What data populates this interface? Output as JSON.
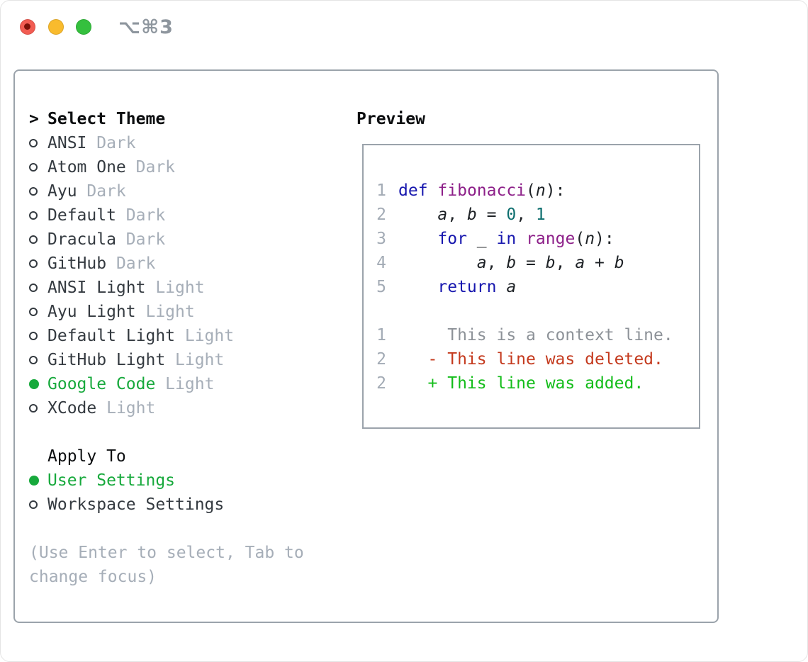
{
  "window": {
    "title": "⌥⌘3",
    "buttons": [
      "close",
      "minimize",
      "zoom"
    ]
  },
  "theme_panel": {
    "header": {
      "marker": ">",
      "label": "Select Theme"
    },
    "themes": [
      {
        "name": "ANSI",
        "variant": "Dark",
        "selected": false
      },
      {
        "name": "Atom One",
        "variant": "Dark",
        "selected": false
      },
      {
        "name": "Ayu",
        "variant": "Dark",
        "selected": false
      },
      {
        "name": "Default",
        "variant": "Dark",
        "selected": false
      },
      {
        "name": "Dracula",
        "variant": "Dark",
        "selected": false
      },
      {
        "name": "GitHub",
        "variant": "Dark",
        "selected": false
      },
      {
        "name": "ANSI Light",
        "variant": "Light",
        "selected": false
      },
      {
        "name": "Ayu Light",
        "variant": "Light",
        "selected": false
      },
      {
        "name": "Default Light",
        "variant": "Light",
        "selected": false
      },
      {
        "name": "GitHub Light",
        "variant": "Light",
        "selected": false
      },
      {
        "name": "Google Code",
        "variant": "Light",
        "selected": true
      },
      {
        "name": "XCode",
        "variant": "Light",
        "selected": false
      }
    ],
    "apply_to": {
      "label": "Apply To",
      "options": [
        {
          "label": "User Settings",
          "selected": true
        },
        {
          "label": "Workspace Settings",
          "selected": false
        }
      ]
    },
    "help": "(Use Enter to select, Tab to change focus)"
  },
  "preview": {
    "label": "Preview",
    "lines": [
      {
        "num": "1",
        "tokens": [
          [
            "kw",
            "def"
          ],
          [
            "pl",
            " "
          ],
          [
            "fn",
            "fibonacci"
          ],
          [
            "pl",
            "("
          ],
          [
            "var",
            "n"
          ],
          [
            "pl",
            "):"
          ]
        ]
      },
      {
        "num": "2",
        "tokens": [
          [
            "pl",
            "    "
          ],
          [
            "var",
            "a"
          ],
          [
            "pl",
            ", "
          ],
          [
            "var",
            "b"
          ],
          [
            "pl",
            " = "
          ],
          [
            "lit",
            "0"
          ],
          [
            "pl",
            ", "
          ],
          [
            "lit",
            "1"
          ]
        ]
      },
      {
        "num": "3",
        "tokens": [
          [
            "pl",
            "    "
          ],
          [
            "kw",
            "for"
          ],
          [
            "pl",
            " "
          ],
          [
            "var",
            "_"
          ],
          [
            "pl",
            " "
          ],
          [
            "kw",
            "in"
          ],
          [
            "pl",
            " "
          ],
          [
            "fn",
            "range"
          ],
          [
            "pl",
            "("
          ],
          [
            "var",
            "n"
          ],
          [
            "pl",
            "):"
          ]
        ]
      },
      {
        "num": "4",
        "tokens": [
          [
            "pl",
            "        "
          ],
          [
            "var",
            "a"
          ],
          [
            "pl",
            ", "
          ],
          [
            "var",
            "b"
          ],
          [
            "pl",
            " = "
          ],
          [
            "var",
            "b"
          ],
          [
            "pl",
            ", "
          ],
          [
            "var",
            "a"
          ],
          [
            "pl",
            " + "
          ],
          [
            "var",
            "b"
          ]
        ]
      },
      {
        "num": "5",
        "tokens": [
          [
            "pl",
            "    "
          ],
          [
            "kw",
            "return"
          ],
          [
            "pl",
            " "
          ],
          [
            "var",
            "a"
          ]
        ]
      },
      {
        "num": "",
        "tokens": []
      },
      {
        "num": "1",
        "tokens": [
          [
            "ctx",
            "     This is a context line."
          ]
        ]
      },
      {
        "num": "2",
        "tokens": [
          [
            "del",
            "   - This line was deleted."
          ]
        ]
      },
      {
        "num": "2",
        "tokens": [
          [
            "add",
            "   + This line was added."
          ]
        ]
      }
    ]
  },
  "colors": {
    "accent_green": "#17a93c",
    "added_green": "#13bd1a",
    "deleted_red": "#c43a1e",
    "context_gray": "#8d9298",
    "keyword_blue": "#1717ae",
    "function_purple": "#8d2089",
    "literal_teal": "#0e6f6f",
    "plain_dark": "#1e2226",
    "line_number_gray": "#a3abb5",
    "name_dark": "#343a40",
    "variant_gray": "#a6aeb8",
    "header_black": "#0c0e10",
    "help_gray": "#a6aeb8",
    "border_gray": "#9ba3ab",
    "title_gray": "#8e969e",
    "traffic_red": "#f25c52",
    "traffic_red_dot": "#7c1108",
    "traffic_yellow": "#f9bb2d",
    "traffic_green": "#35c03e"
  }
}
